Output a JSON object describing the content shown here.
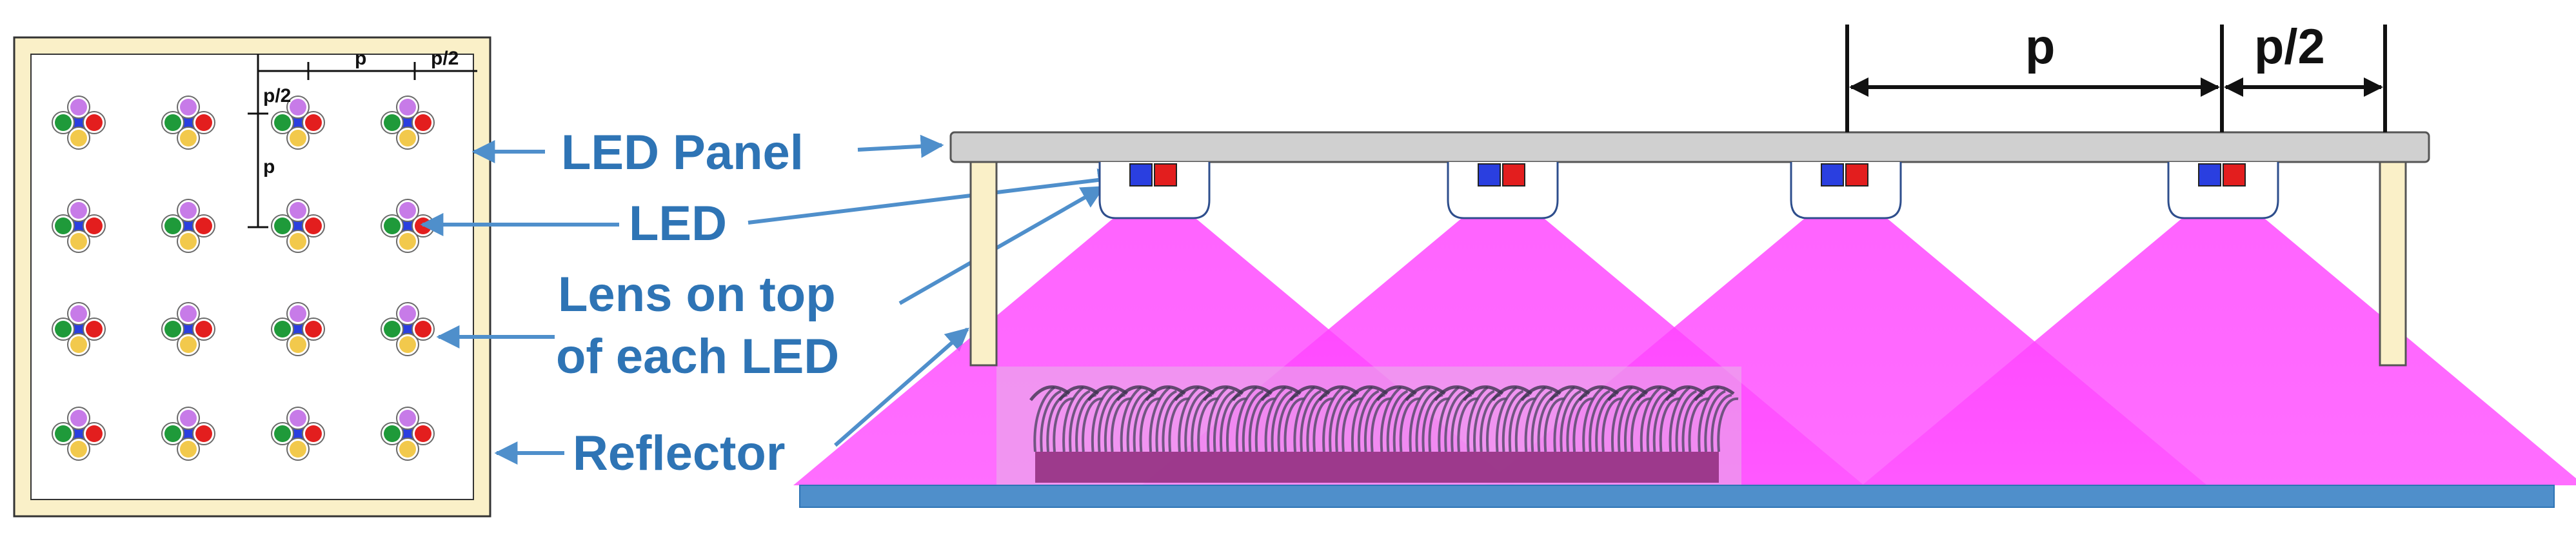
{
  "colors": {
    "label_blue": "#2E74B5",
    "arrow_blue": "#4F8FCB",
    "panel_gray": "#D0D0D0",
    "reflector_cream": "#FAF0C8",
    "light_magenta": "#FF33FF",
    "floor_blue": "#4F8FCB",
    "led_blue": "#2A3FE0",
    "led_red": "#E31E1E",
    "led_green": "#1F9A3A",
    "led_purple": "#C77BE8",
    "led_yellow": "#F2C94C",
    "plant_purple": "#8E2A7A"
  },
  "icons": {
    "led_cluster": "rgbpy-led-cluster-icon",
    "plant": "plant-icon"
  },
  "top_view": {
    "dimensions": {
      "pitch_label": "p",
      "half_pitch_label_h": "p/2",
      "half_pitch_label_v": "p/2",
      "pitch_label_v": "p"
    }
  },
  "labels": {
    "led_panel": "LED Panel",
    "led": "LED",
    "lens_line1": "Lens on top",
    "lens_line2": "of each LED",
    "reflector": "Reflector"
  },
  "side_view": {
    "dimensions": {
      "pitch_label": "p",
      "half_pitch_label": "p/2"
    }
  }
}
